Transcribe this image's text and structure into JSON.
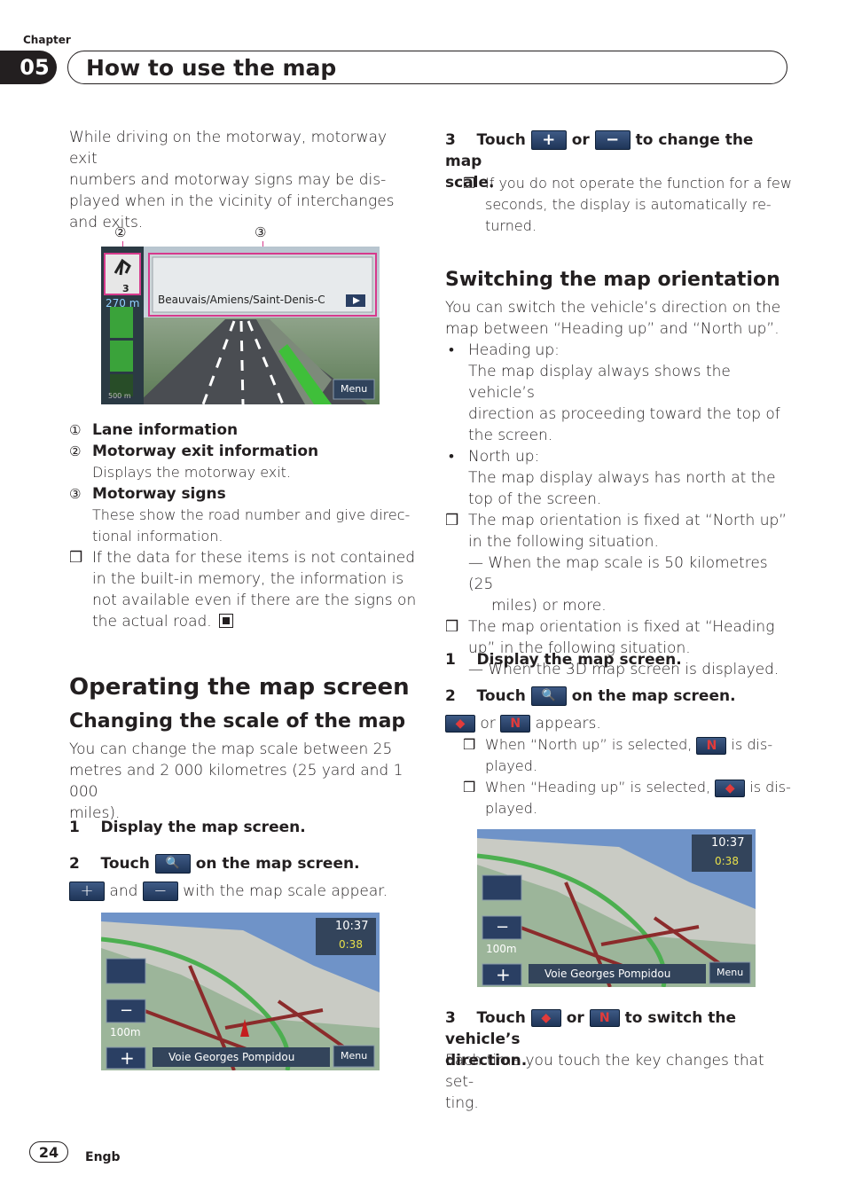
{
  "header": {
    "chapter_label": "Chapter",
    "chapter_number": "05",
    "chapter_title": "How to use the map"
  },
  "left": {
    "intro": [
      "While driving on the motorway, motorway exit",
      "numbers and motorway signs may be dis-",
      "played when in the vicinity of interchanges",
      "and exits."
    ],
    "callout_2": "②",
    "callout_3": "③",
    "screen1": {
      "distance": "270 m",
      "exit_number": "3",
      "sign_text": "Beauvais/Amiens/Saint-Denis-C",
      "scale_500": "500 m",
      "menu": "Menu"
    },
    "items": [
      {
        "num": "①",
        "label": "Lane information"
      },
      {
        "num": "②",
        "label": "Motorway exit information",
        "desc": [
          "Displays the motorway exit."
        ]
      },
      {
        "num": "③",
        "label": "Motorway signs",
        "desc": [
          "These show the road number and give direc-",
          "tional information."
        ]
      }
    ],
    "note": [
      "If the data for these items is not contained",
      "in the built-in memory, the information is",
      "not available even if there are the signs on",
      "the actual road."
    ],
    "note_marker": "❒",
    "section_title": "Operating the map screen",
    "subsection_title": "Changing the scale of the map",
    "scale_intro": [
      "You can change the map scale between 25",
      "metres and 2 000 kilometres (25 yard and 1 000",
      "miles)."
    ],
    "step1_num": "1",
    "step1": "Display the map screen.",
    "step2_num": "2",
    "step2_a": "Touch",
    "step2_b": "on the map screen.",
    "appear_and": "and",
    "appear_rest": "with the map scale appear.",
    "screen2": {
      "time": "10:37",
      "remaining": "0:38",
      "scale": "100m",
      "road": "Voie Georges Pompidou",
      "menu": "Menu"
    }
  },
  "right": {
    "step3_num": "3",
    "step3_a": "Touch",
    "step3_or": "or",
    "step3_b": "to change the map",
    "step3_c": "scale.",
    "step3_note": [
      "If you do not operate the function for a few",
      "seconds, the display is automatically re-",
      "turned."
    ],
    "section_title": "Switching the map orientation",
    "intro": [
      "You can switch the vehicle’s direction on the",
      "map between “Heading up” and “North up”."
    ],
    "bullet1_title": "Heading up:",
    "bullet1_desc": [
      "The map display always shows the vehicle’s",
      "direction as proceeding toward the top of",
      "the screen."
    ],
    "bullet2_title": "North up:",
    "bullet2_desc": [
      "The map display always has north at the",
      "top of the screen."
    ],
    "note1": [
      "The map orientation is fixed at “North up”",
      "in the following situation."
    ],
    "note1_dash": [
      "— When the map scale is 50 kilometres (25",
      "miles) or more."
    ],
    "note2": [
      "The map orientation is fixed at “Heading",
      "up” in the following situation."
    ],
    "note2_dash": "— When the 3D map screen is displayed.",
    "step1_num": "1",
    "step1": "Display the map screen.",
    "step2_num": "2",
    "step2_a": "Touch",
    "step2_b": "on the map screen.",
    "appears_or": "or",
    "appears_rest": "appears.",
    "sub_note1_a": "When “North up” is selected,",
    "sub_note1_b": "is dis-",
    "sub_note1_c": "played.",
    "sub_note2_a": "When “Heading up” is selected,",
    "sub_note2_b": "is dis-",
    "sub_note2_c": "played.",
    "screen3": {
      "time": "10:37",
      "remaining": "0:38",
      "scale": "100m",
      "road": "Voie Georges Pompidou",
      "menu": "Menu"
    },
    "step3_2a": "Touch",
    "step3_2or": "or",
    "step3_2b": "to switch the vehicle’s",
    "step3_2c": "direction.",
    "step3_desc": [
      "Each time you touch the key changes that set-",
      "ting."
    ]
  },
  "footer": {
    "page": "24",
    "lang": "Engb"
  },
  "icons": {
    "plus": "+",
    "minus": "−",
    "north": "N"
  }
}
